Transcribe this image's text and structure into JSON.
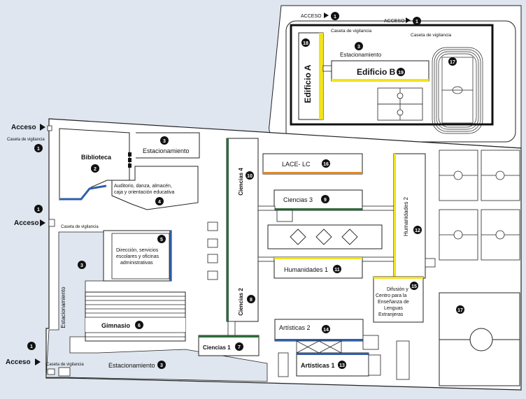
{
  "labels": {
    "acceso": "Acceso",
    "acceso_upper": "ACCESO",
    "caseta": "Caseta de vigilancia",
    "estacionamiento": "Estacionamiento",
    "biblioteca": "Biblioteca",
    "auditorio_l1": "Auditorio, danza, almacén,",
    "auditorio_l2": "caja y orientación educativa",
    "direccion_l1": "Dirección, servicios",
    "direccion_l2": "escolares y oficinas",
    "direccion_l3": "administrativas",
    "gimnasio": "Gimnasio",
    "ciencias1": "Ciencias 1",
    "ciencias2": "Ciencias 2",
    "ciencias3": "Ciencias 3",
    "ciencias4": "Ciencias 4",
    "lace": "LACE- LC",
    "humanidades1": "Humanidades 1",
    "humanidades2": "Humanidades 2",
    "difusion_l1": "Difusión y",
    "difusion_l2": "Centro para la",
    "difusion_l3": "Enseñanza de",
    "difusion_l4": "Lenguas",
    "difusion_l5": "Extranjeras",
    "artisticas1": "Artísticas 1",
    "artisticas2": "Artísticas 2",
    "edificio_a": "Edificio A",
    "edificio_b": "Edificio B"
  },
  "numbers": {
    "n1": "1",
    "n2": "2",
    "n3": "3",
    "n4": "4",
    "n5": "5",
    "n6": "6",
    "n7": "7",
    "n8": "8",
    "n9": "9",
    "n10": "10",
    "n11": "11",
    "n12": "12",
    "n13": "13",
    "n14": "14",
    "n15": "15",
    "n16": "16",
    "n17": "17",
    "n18": "18",
    "n19": "19"
  },
  "colors": {
    "background": "#dfe6ef",
    "paper": "#ffffff",
    "outline": "#1a1a1a",
    "green": "#2e6b3a",
    "blue": "#2f5fa8",
    "yellow": "#f2e21d",
    "orange": "#e48a1f"
  }
}
